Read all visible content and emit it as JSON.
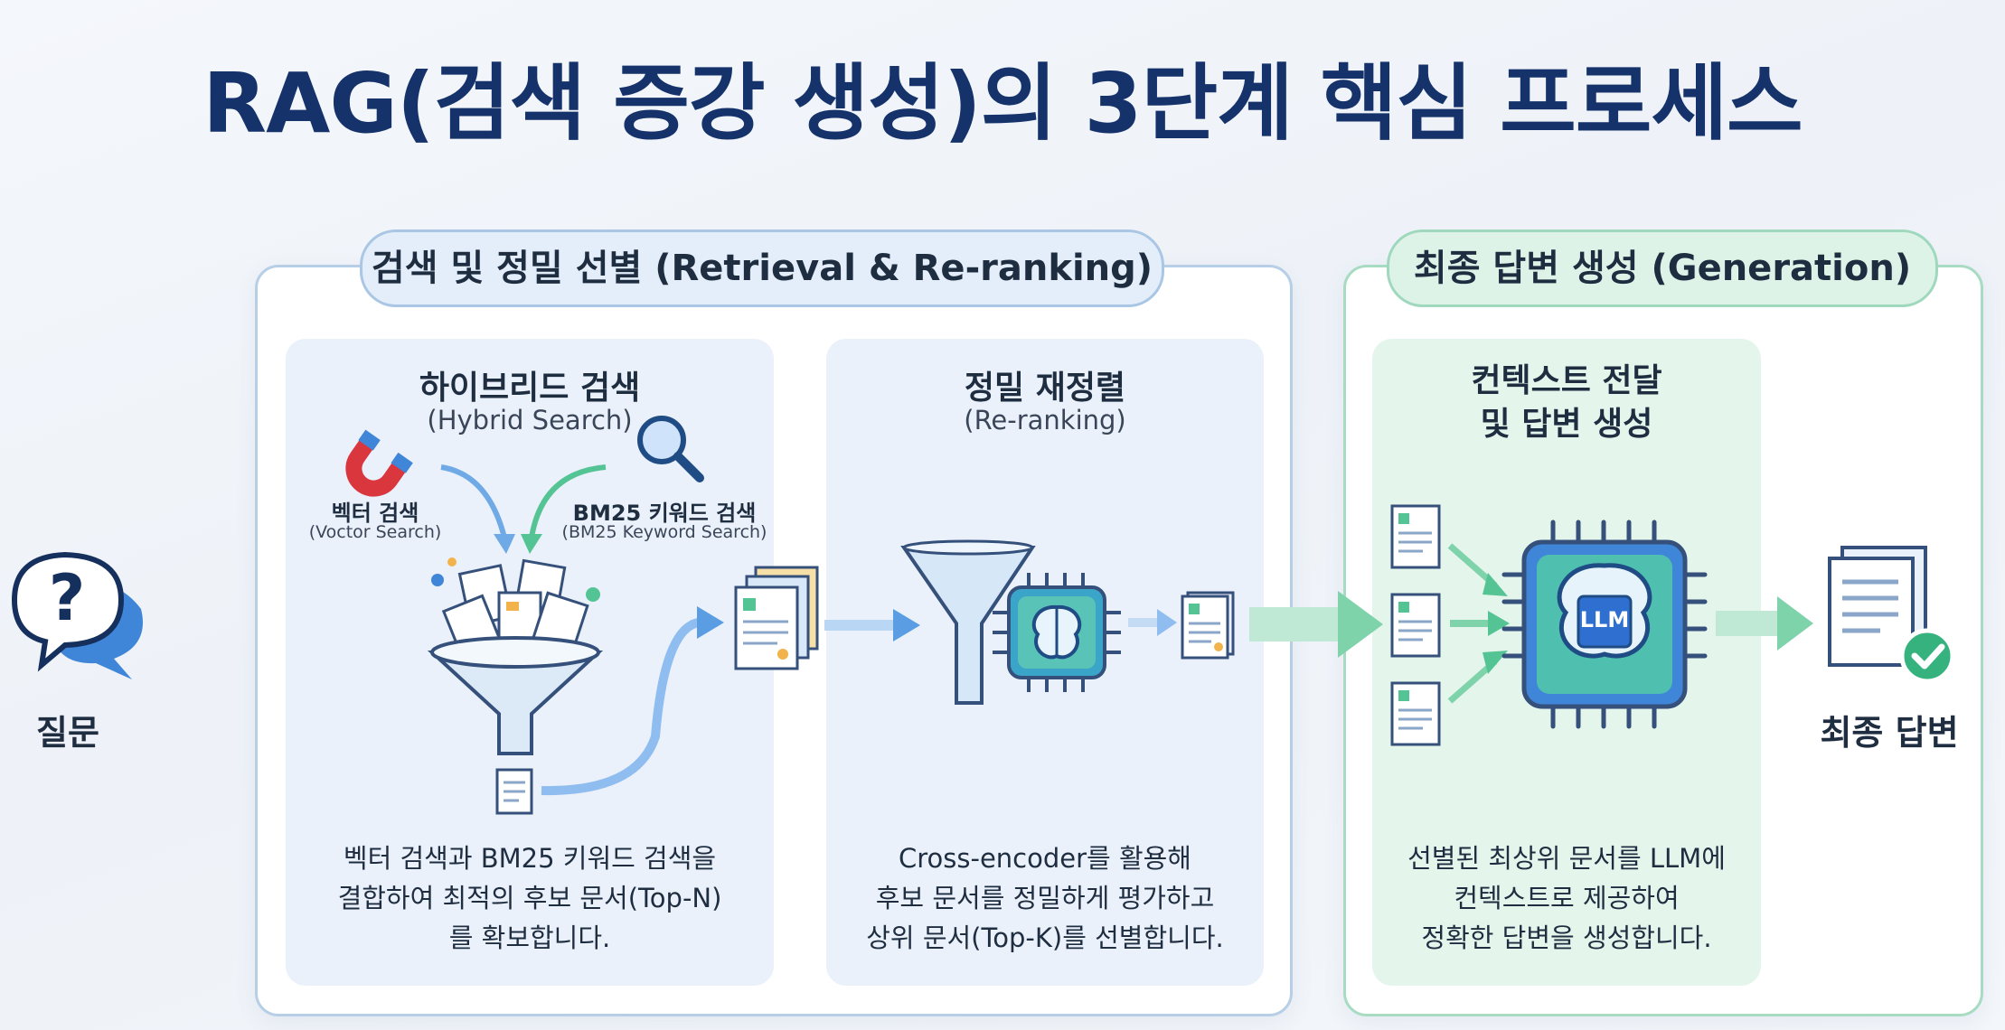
{
  "title": "RAG(검색 증강 생성)의 3단계 핵심 프로세스",
  "question": {
    "label": "질문",
    "icon": "question-bubble-icon"
  },
  "retrieval_group": {
    "label": "검색 및 정밀 선별 (Retrieval & Re-ranking)",
    "hybrid": {
      "title": "하이브리드 검색",
      "subtitle": "(Hybrid Search)",
      "vector_label": "벡터 검색",
      "vector_sub": "(Voctor Search)",
      "bm25_label": "BM25 키워드 검색",
      "bm25_sub": "(BM25 Keyword Search)",
      "desc_lines": [
        "벡터 검색과 BM25 키워드 검색을",
        "결합하여 최적의 후보 문서(Top-N)",
        "를 확보합니다."
      ]
    },
    "rerank": {
      "title": "정밀 재정렬",
      "subtitle": "(Re-ranking)",
      "desc_lines": [
        "Cross-encoder를 활용해",
        "후보 문서를 정밀하게 평가하고",
        "상위 문서(Top-K)를 선별합니다."
      ]
    }
  },
  "generation_group": {
    "label": "최종 답변 생성 (Generation)",
    "context": {
      "title_lines": [
        "컨텍스트 전달",
        "및 답변 생성"
      ],
      "chip_label": "LLM",
      "desc_lines": [
        "선별된 최상위 문서를 LLM에",
        "컨텍스트로 제공하여",
        "정확한 답변을 생성합니다."
      ]
    }
  },
  "final_answer": {
    "label": "최종 답변",
    "icon": "document-check-icon"
  },
  "colors": {
    "title": "#15326b",
    "blue_accent": "#3f86d9",
    "green_accent": "#3db882",
    "chip": "#2f6fd0"
  }
}
